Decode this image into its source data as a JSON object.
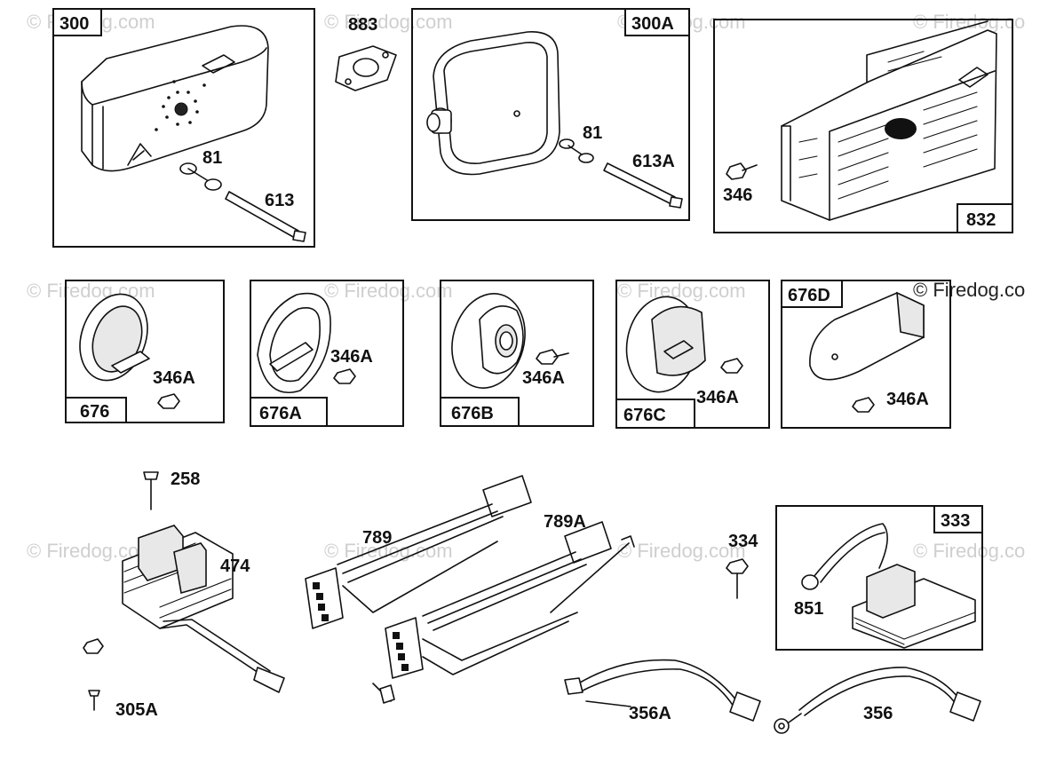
{
  "watermark": {
    "text": "© Firedog.com",
    "text_corner": "© Firedog.co"
  },
  "boxes": {
    "b300": "300",
    "b300A": "300A",
    "b832": "832",
    "b676": "676",
    "b676A": "676A",
    "b676B": "676B",
    "b676C": "676C",
    "b676D": "676D",
    "b333": "333"
  },
  "labels": {
    "l883": "883",
    "l81a": "81",
    "l613": "613",
    "l81b": "81",
    "l613A": "613A",
    "l346": "346",
    "l346A_1": "346A",
    "l346A_2": "346A",
    "l346A_3": "346A",
    "l346A_4": "346A",
    "l346A_5": "346A",
    "l258": "258",
    "l474": "474",
    "l305A": "305A",
    "l789": "789",
    "l789A": "789A",
    "l334": "334",
    "l851": "851",
    "l356A": "356A",
    "l356": "356"
  }
}
